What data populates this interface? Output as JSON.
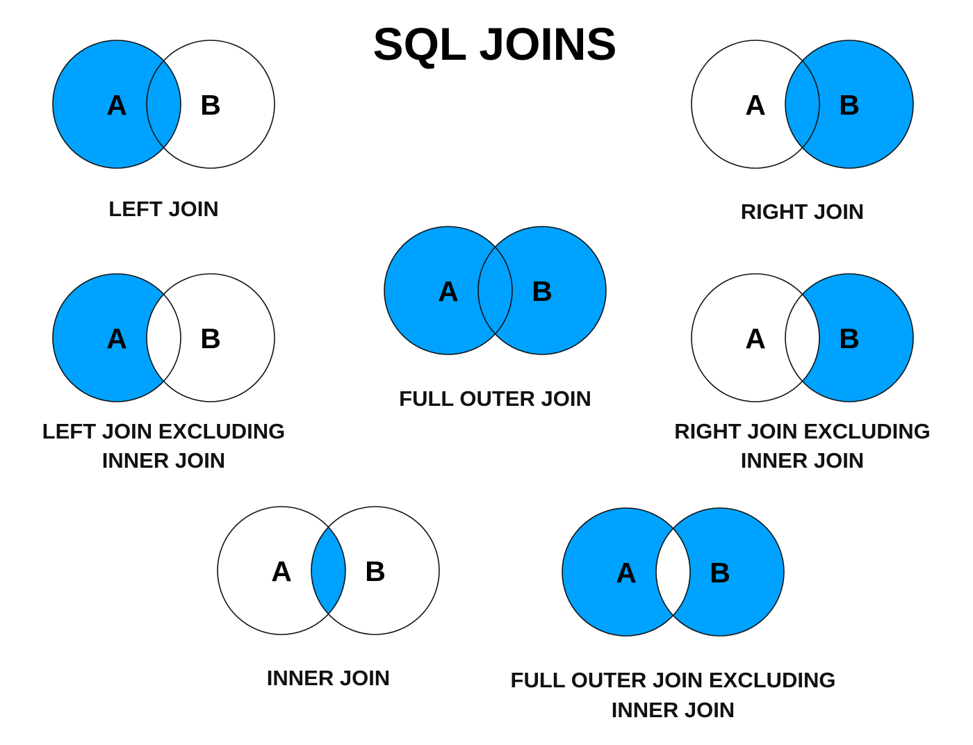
{
  "title": "SQL JOINS",
  "colors": {
    "fill": "#00a2ff",
    "empty": "#ffffff",
    "stroke": "#111111"
  },
  "joins": [
    {
      "id": "left-join",
      "caption": [
        "LEFT JOIN"
      ],
      "label_a": "A",
      "label_b": "B",
      "shading": {
        "a_only": true,
        "intersection": true,
        "b_only": false
      }
    },
    {
      "id": "right-join",
      "caption": [
        "RIGHT JOIN"
      ],
      "label_a": "A",
      "label_b": "B",
      "shading": {
        "a_only": false,
        "intersection": true,
        "b_only": true
      }
    },
    {
      "id": "full-outer-join",
      "caption": [
        "FULL OUTER JOIN"
      ],
      "label_a": "A",
      "label_b": "B",
      "shading": {
        "a_only": true,
        "intersection": true,
        "b_only": true
      }
    },
    {
      "id": "left-join-excluding-inner-join",
      "caption": [
        "LEFT JOIN EXCLUDING",
        "INNER JOIN"
      ],
      "label_a": "A",
      "label_b": "B",
      "shading": {
        "a_only": true,
        "intersection": false,
        "b_only": false
      }
    },
    {
      "id": "right-join-excluding-inner-join",
      "caption": [
        "RIGHT JOIN EXCLUDING",
        "INNER JOIN"
      ],
      "label_a": "A",
      "label_b": "B",
      "shading": {
        "a_only": false,
        "intersection": false,
        "b_only": true
      }
    },
    {
      "id": "inner-join",
      "caption": [
        "INNER JOIN"
      ],
      "label_a": "A",
      "label_b": "B",
      "shading": {
        "a_only": false,
        "intersection": true,
        "b_only": false
      }
    },
    {
      "id": "full-outer-join-excluding-inner-join",
      "caption": [
        "FULL OUTER JOIN EXCLUDING",
        "INNER JOIN"
      ],
      "label_a": "A",
      "label_b": "B",
      "shading": {
        "a_only": true,
        "intersection": false,
        "b_only": true
      }
    }
  ]
}
